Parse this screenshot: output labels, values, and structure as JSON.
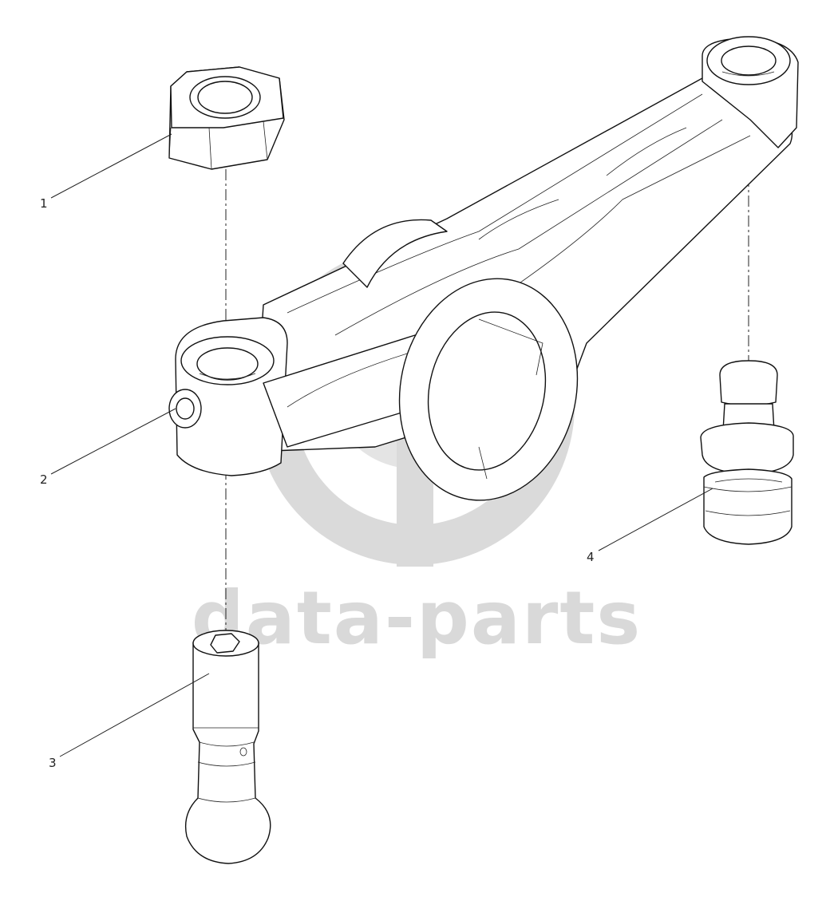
{
  "diagram": {
    "watermark": {
      "text": "data-parts",
      "color": "#d9d9d9"
    },
    "callouts": [
      {
        "id": "1",
        "label": "1"
      },
      {
        "id": "2",
        "label": "2"
      },
      {
        "id": "3",
        "label": "3"
      },
      {
        "id": "4",
        "label": "4"
      }
    ],
    "line_color": "#111111",
    "background": "#ffffff"
  }
}
